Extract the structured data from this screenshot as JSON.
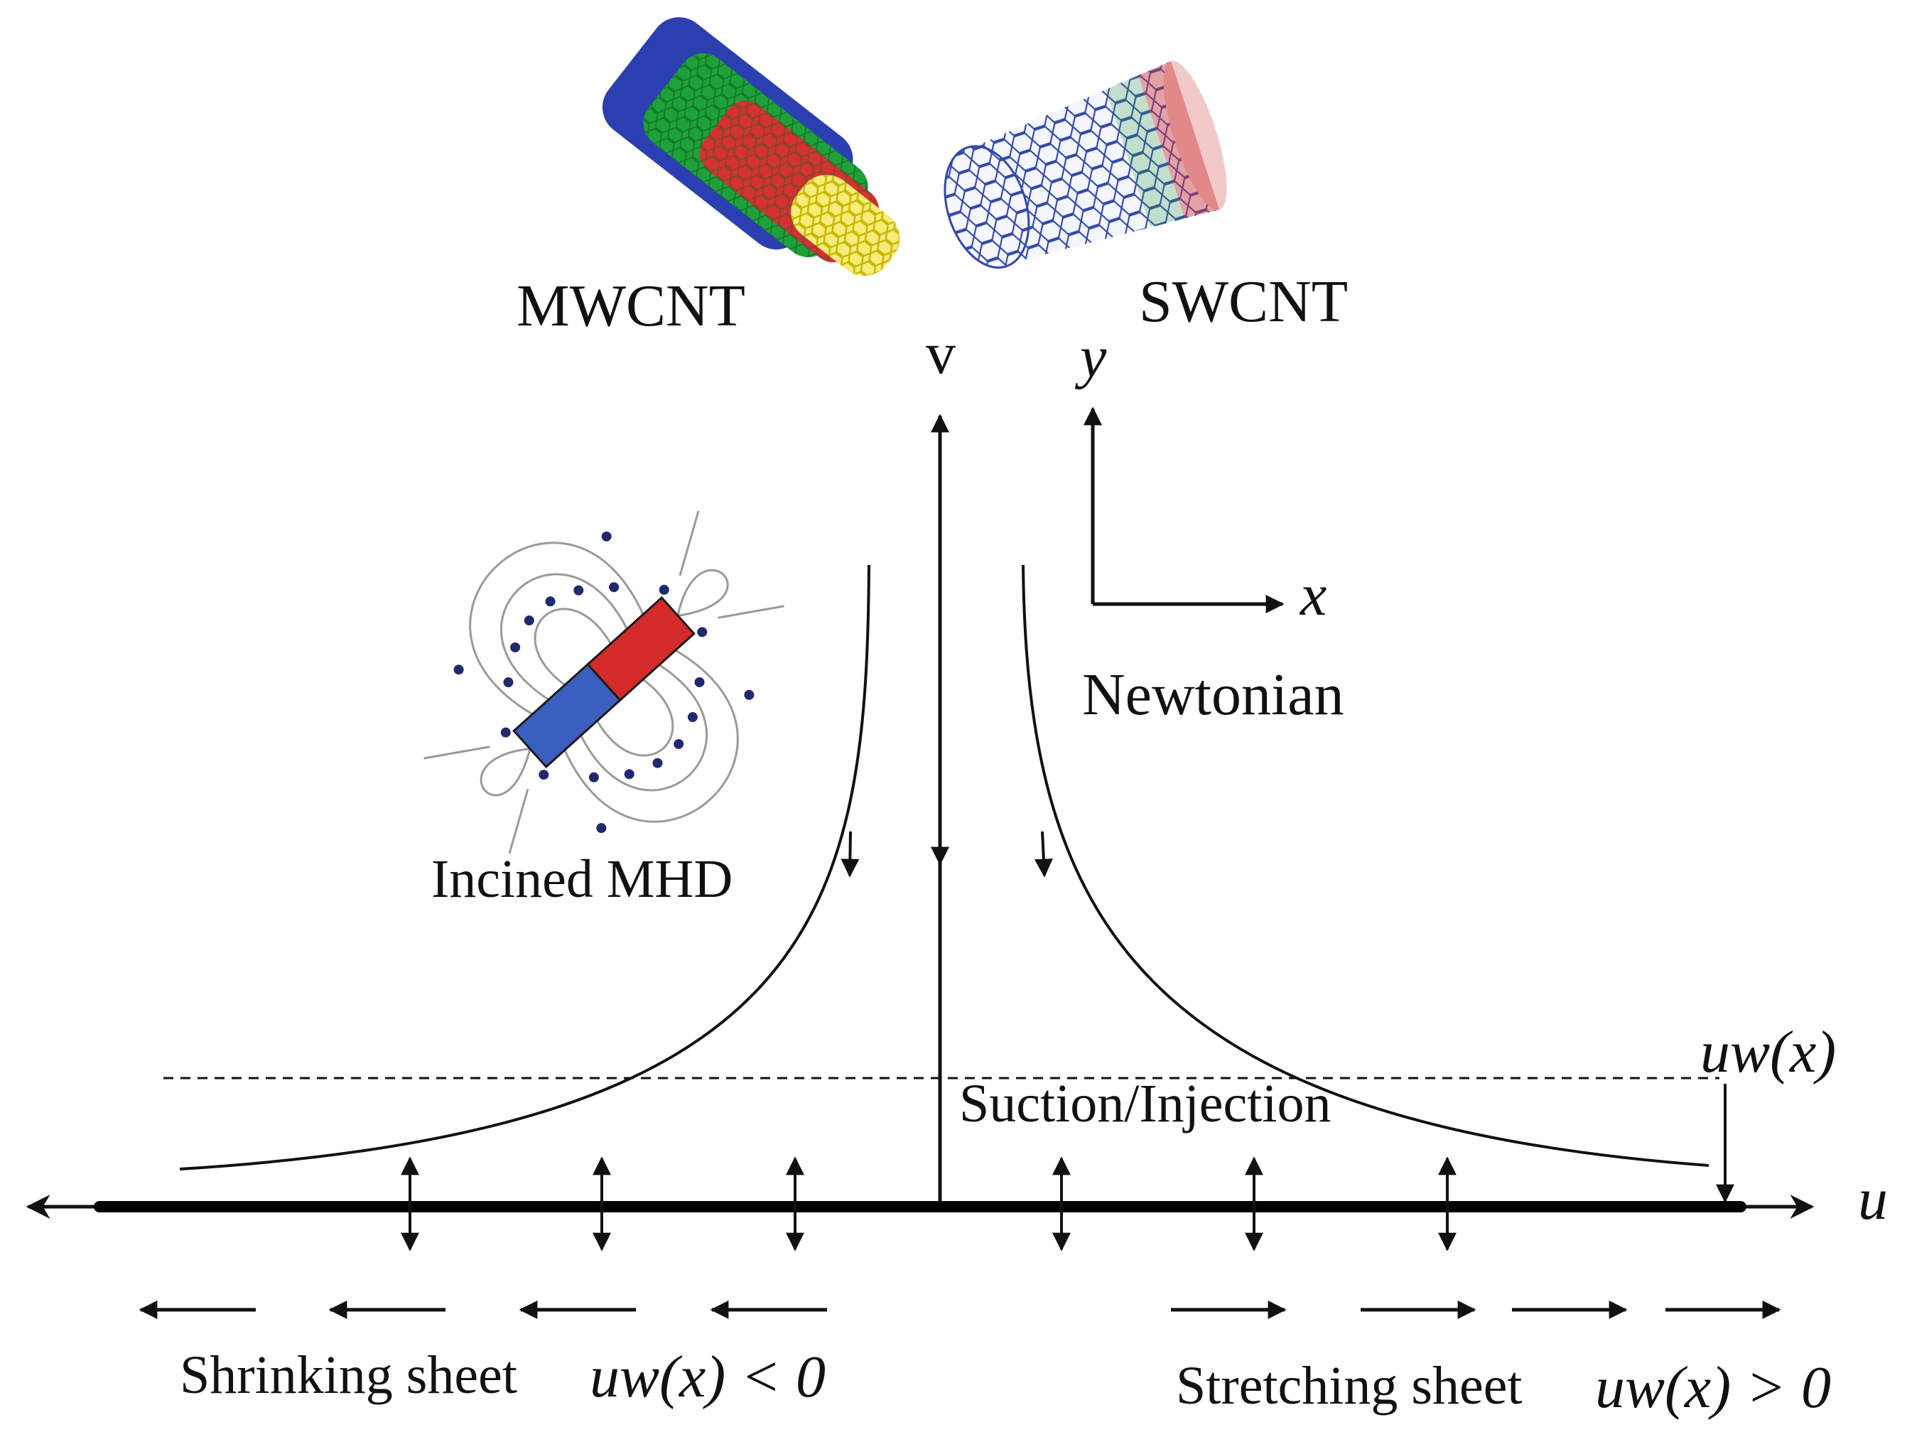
{
  "labels": {
    "mwcnt": "MWCNT",
    "swcnt": "SWCNT",
    "v_axis": "v",
    "y_axis": "y",
    "x_axis": "x",
    "u_axis": "u",
    "fluid": "Newtonian",
    "mhd": "Incined MHD",
    "suction": "Suction/Injection",
    "wall_velocity": "uw(x)",
    "shrinking": "Shrinking sheet",
    "shrinking_condition": "uw(x) < 0",
    "stretching": "Stretching sheet",
    "stretching_condition": "uw(x) > 0"
  },
  "colors": {
    "ink": "#111111",
    "magnet_north": "#d42a2a",
    "magnet_south": "#3b5fbf",
    "nanotube_blue": "#2b3fb0",
    "nanotube_green": "#1fa13a",
    "nanotube_red": "#d63030",
    "nanotube_yellow": "#f2e51c"
  },
  "icons": [
    "mwcnt-nanotube-icon",
    "swcnt-nanotube-icon",
    "bar-magnet-icon"
  ]
}
